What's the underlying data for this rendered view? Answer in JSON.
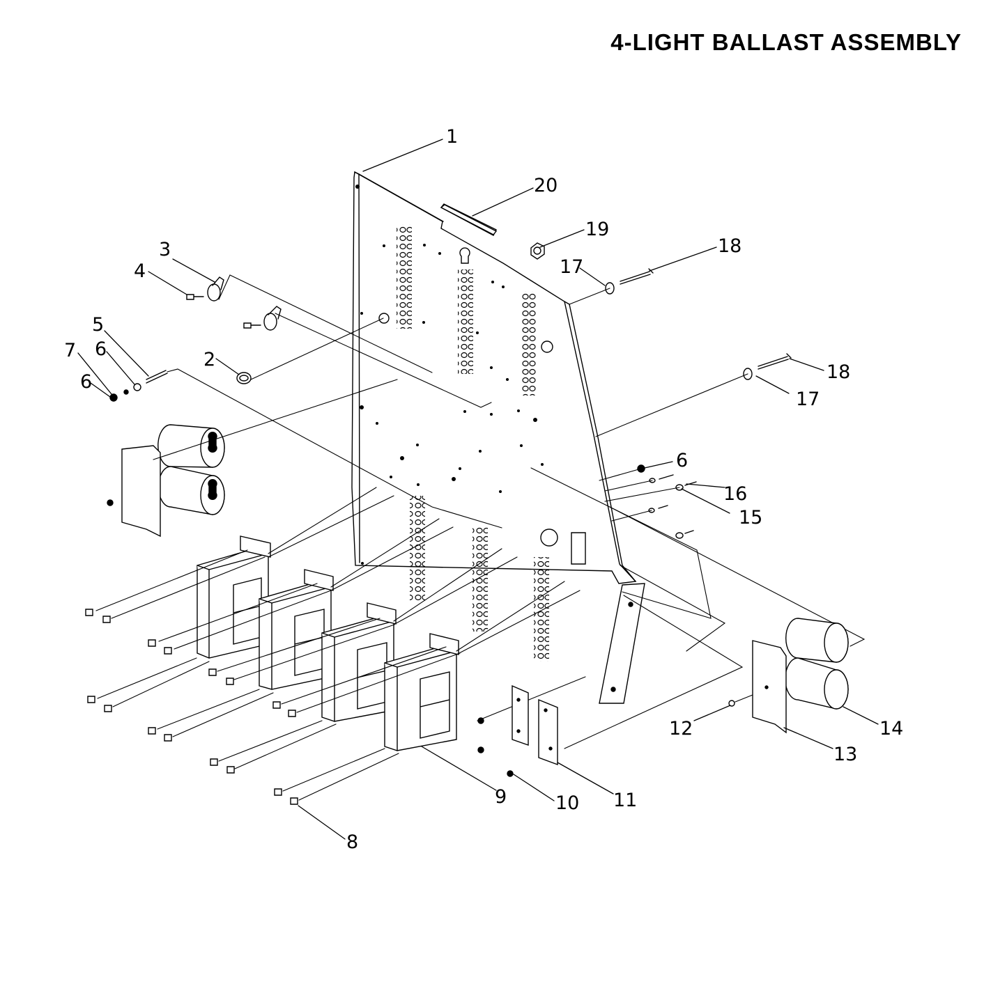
{
  "title": "4-LIGHT BALLAST ASSEMBLY",
  "callouts": {
    "c1": "1",
    "c2": "2",
    "c3": "3",
    "c4": "4",
    "c5": "5",
    "c6a": "6",
    "c6b": "6",
    "c6c": "6",
    "c7": "7",
    "c8": "8",
    "c9": "9",
    "c10": "10",
    "c11": "11",
    "c12": "12",
    "c13": "13",
    "c14": "14",
    "c15": "15",
    "c16": "16",
    "c17a": "17",
    "c17b": "17",
    "c18a": "18",
    "c18b": "18",
    "c19": "19",
    "c20": "20"
  }
}
